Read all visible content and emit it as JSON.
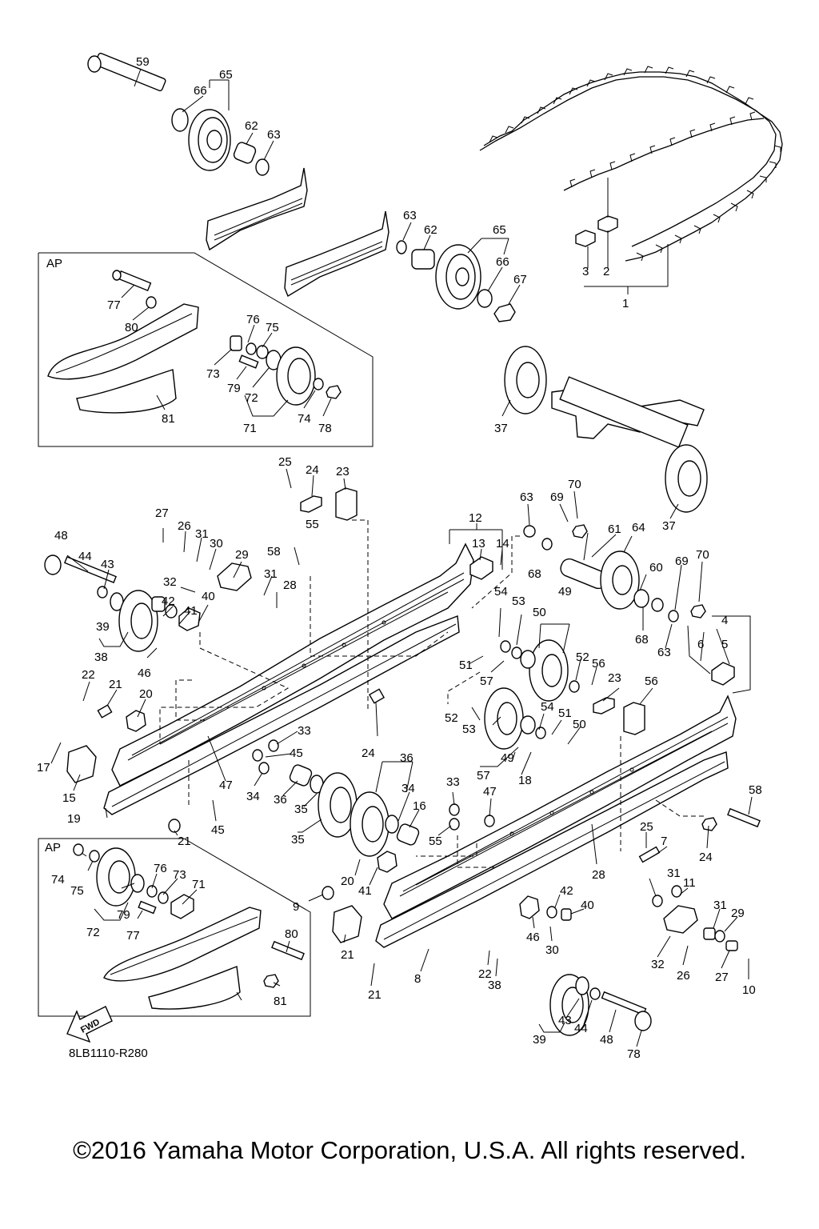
{
  "diagram": {
    "panel_label": "AP",
    "fwd_label": "FWD",
    "drawing_code": "8LB1110-R280",
    "copyright": "©2016 Yamaha Motor Corporation, U.S.A. All rights reserved.",
    "callouts": [
      "59",
      "65",
      "66",
      "62",
      "63",
      "63",
      "62",
      "65",
      "66",
      "67",
      "3",
      "2",
      "1",
      "77",
      "80",
      "76",
      "75",
      "73",
      "79",
      "72",
      "74",
      "78",
      "71",
      "81",
      "37",
      "37",
      "25",
      "24",
      "23",
      "63",
      "70",
      "69",
      "64",
      "61",
      "68",
      "60",
      "69",
      "70",
      "68",
      "63",
      "12",
      "13",
      "14",
      "27",
      "26",
      "31",
      "30",
      "29",
      "48",
      "44",
      "43",
      "55",
      "58",
      "31",
      "28",
      "32",
      "39",
      "42",
      "41",
      "40",
      "38",
      "46",
      "54",
      "53",
      "49",
      "50",
      "52",
      "56",
      "51",
      "57",
      "4",
      "6",
      "5",
      "22",
      "21",
      "20",
      "33",
      "45",
      "24",
      "23",
      "56",
      "52",
      "53",
      "54",
      "51",
      "50",
      "49",
      "57",
      "18",
      "17",
      "15",
      "47",
      "34",
      "36",
      "35",
      "35",
      "36",
      "34",
      "16",
      "19",
      "21",
      "45",
      "33",
      "47",
      "55",
      "58",
      "24",
      "25",
      "7",
      "28",
      "31",
      "11",
      "9",
      "21",
      "20",
      "41",
      "42",
      "40",
      "46",
      "30",
      "31",
      "29",
      "32",
      "26",
      "27",
      "10",
      "8",
      "21",
      "22",
      "38",
      "39",
      "43",
      "44",
      "48",
      "78",
      "74",
      "75",
      "76",
      "73",
      "71",
      "72",
      "79",
      "77",
      "80",
      "81"
    ]
  }
}
